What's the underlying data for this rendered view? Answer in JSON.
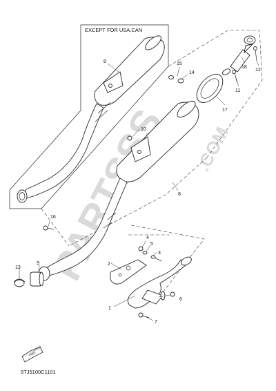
{
  "inset": {
    "title": "EXCEPT FOR USA,CAN"
  },
  "callouts": {
    "c1": "1",
    "c2": "2",
    "c3": "3",
    "c4": "4",
    "c5": "5",
    "c6": "6",
    "c7": "7",
    "c8_inset": "8",
    "c8_main": "8",
    "c9": "9",
    "c10": "10",
    "c11": "11",
    "c12": "12",
    "c13": "13",
    "c14": "14",
    "c15": "15",
    "c16": "16",
    "c17": "17",
    "c18": "18"
  },
  "fwd_label": "FWD",
  "diagram_code": "5TJ5100C1101",
  "watermark": {
    "main": "PARTSSS",
    "sub": ".COM"
  }
}
